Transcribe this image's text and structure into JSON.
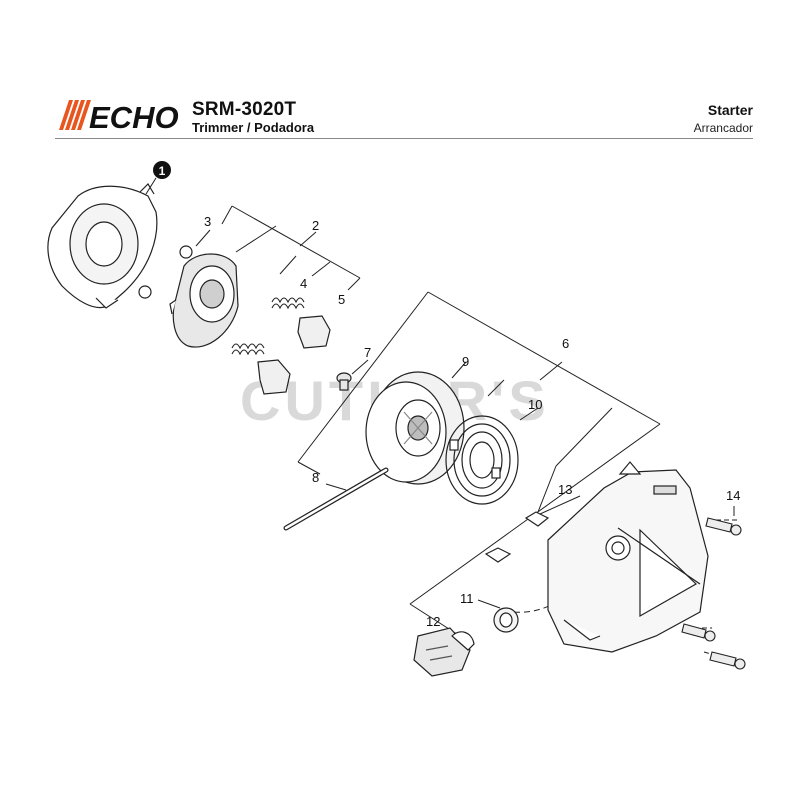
{
  "header": {
    "brand": "ECHO",
    "model": "SRM-3020T",
    "model_subtitle": "Trimmer / Podadora",
    "section_title": "Starter",
    "section_subtitle": "Arrancador"
  },
  "watermark": "CUTLER'S",
  "callouts": [
    "1",
    "2",
    "3",
    "4",
    "5",
    "6",
    "7",
    "8",
    "9",
    "10",
    "11",
    "12",
    "13",
    "14"
  ],
  "colors": {
    "brand_orange": "#e8551e",
    "line": "#222222",
    "watermark": "#d9d9d9"
  }
}
